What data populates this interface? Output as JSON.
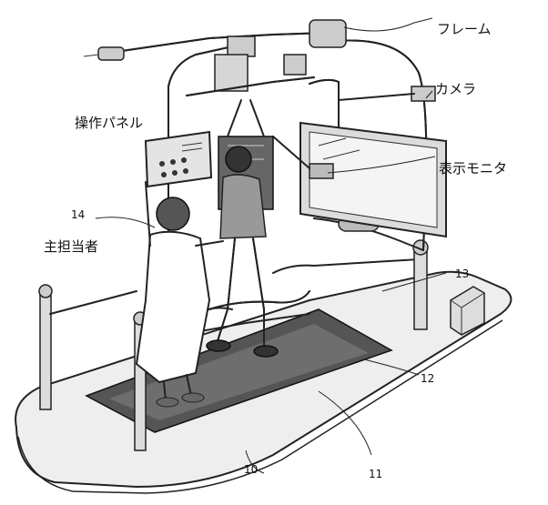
{
  "labels": {
    "frame": "フレーム",
    "camera": "カメラ",
    "operation_panel": "操作パネル",
    "display_monitor": "表示モニタ",
    "primary_caregiver": "主担当者",
    "ref_14": "14",
    "ref_13": "13",
    "ref_12": "12",
    "ref_11": "11",
    "ref_10": "10"
  }
}
